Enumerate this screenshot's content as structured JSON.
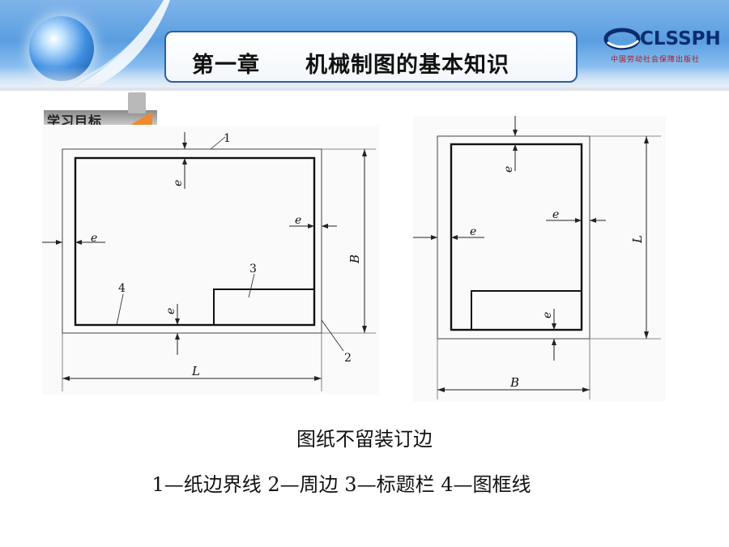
{
  "header": {
    "chapter_title": "第一章　　机械制图的基本知识",
    "logo_text": "CLSSPH",
    "logo_subtext": "中国劳动社会保障出版社",
    "tag_label": "学习目标"
  },
  "figure_left": {
    "label_1": "1",
    "label_2": "2",
    "label_3": "3",
    "label_4": "4",
    "label_e": "e",
    "label_B": "B",
    "label_L": "L"
  },
  "figure_right": {
    "label_e": "e",
    "label_L": "L",
    "label_B": "B"
  },
  "caption": "图纸不留装订边",
  "legend": "1—纸边界线 2—周边 3—标题栏 4—图框线"
}
